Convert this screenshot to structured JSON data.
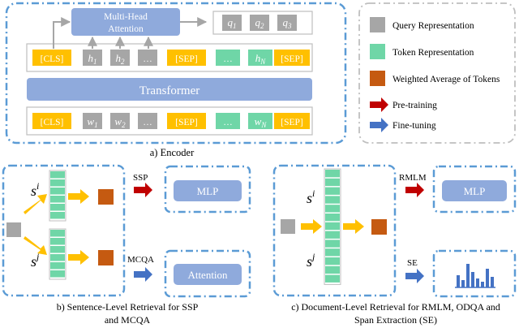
{
  "encoder": {
    "attention_label": [
      "Multi-Head",
      "Attention"
    ],
    "transformer_label": "Transformer",
    "caption": "a) Encoder",
    "hidden_row": [
      {
        "text": "[CLS]",
        "kind": "cls"
      },
      {
        "text": "h",
        "sub": "1",
        "kind": "gray"
      },
      {
        "text": "h",
        "sub": "2",
        "kind": "gray"
      },
      {
        "text": "…",
        "kind": "gray"
      },
      {
        "text": "[SEP]",
        "kind": "sep"
      },
      {
        "text": "…",
        "kind": "green"
      },
      {
        "text": "h",
        "sub": "N",
        "kind": "green"
      },
      {
        "text": "[SEP]",
        "kind": "sep"
      }
    ],
    "input_row": [
      {
        "text": "[CLS]",
        "kind": "cls"
      },
      {
        "text": "w",
        "sub": "1",
        "kind": "gray"
      },
      {
        "text": "w",
        "sub": "2",
        "kind": "gray"
      },
      {
        "text": "…",
        "kind": "gray"
      },
      {
        "text": "[SEP]",
        "kind": "sep"
      },
      {
        "text": "…",
        "kind": "green"
      },
      {
        "text": "w",
        "sub": "N",
        "kind": "green"
      },
      {
        "text": "[SEP]",
        "kind": "sep"
      }
    ],
    "queries": [
      {
        "text": "q",
        "sub": "1"
      },
      {
        "text": "q",
        "sub": "2"
      },
      {
        "text": "q",
        "sub": "3"
      }
    ]
  },
  "legend": [
    {
      "label": "Query Representation",
      "kind": "gray-square"
    },
    {
      "label": "Token Representation",
      "kind": "green-square"
    },
    {
      "label": "Weighted Average of Tokens",
      "kind": "orange-square"
    },
    {
      "label": "Pre-training",
      "kind": "red-arrow"
    },
    {
      "label": "Fine-tuning",
      "kind": "blue-arrow"
    }
  ],
  "sentence_panel": {
    "s_i": "s",
    "s_i_sup": "i",
    "s_j": "s",
    "s_j_sup": "j",
    "ssp_label": "SSP",
    "mcqa_label": "MCQA",
    "mlp_label": "MLP",
    "attention_label": "Attention",
    "caption": [
      "b) Sentence-Level Retrieval for SSP",
      "and MCQA"
    ]
  },
  "document_panel": {
    "s_i": "s",
    "s_i_sup": "i",
    "s_j": "s",
    "s_j_sup": "j",
    "rmlm_label": "RMLM",
    "se_label": "SE",
    "mlp_label": "MLP",
    "caption": [
      "c) Document-Level Retrieval for RMLM, ODQA and",
      "Span Extraction (SE)"
    ]
  },
  "colors": {
    "gray": "#a6a6a6",
    "green": "#6fd6a7",
    "orange": "#c55a11",
    "yellow": "#ffc000",
    "blue_box": "#8faadc",
    "dash_border": "#5b9bd5",
    "red_arrow": "#c00000",
    "blue_arrow": "#4472c4"
  }
}
